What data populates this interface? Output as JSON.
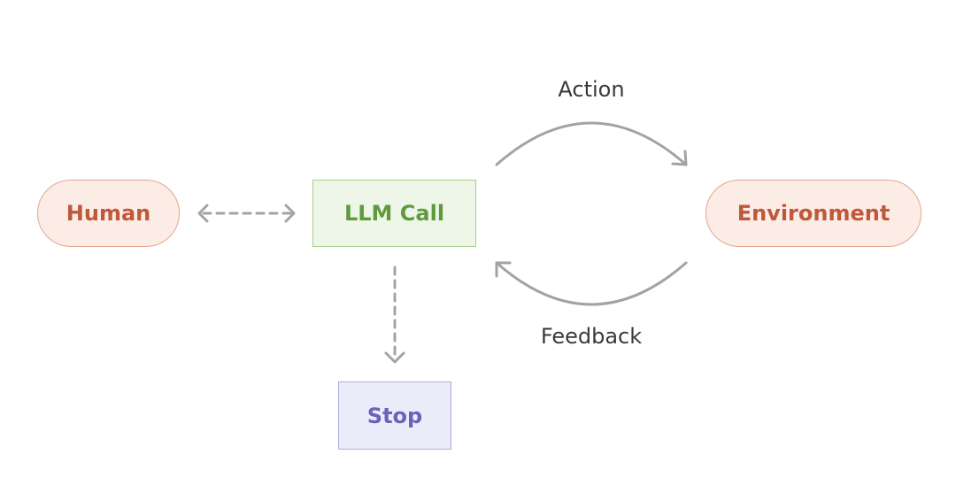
{
  "nodes": {
    "human": "Human",
    "llm_call": "LLM Call",
    "environment": "Environment",
    "stop": "Stop"
  },
  "edges": {
    "action": "Action",
    "feedback": "Feedback"
  },
  "colors": {
    "pill_fill": "#fbece6",
    "pill_border": "#e6a58f",
    "pill_text": "#c0583a",
    "llm_fill": "#eef6e7",
    "llm_border": "#a8cf8c",
    "llm_text": "#5f9a3d",
    "stop_fill": "#ecebf9",
    "stop_border": "#aeaadf",
    "stop_text": "#6a63b8",
    "arrow": "#a3a3a3"
  }
}
